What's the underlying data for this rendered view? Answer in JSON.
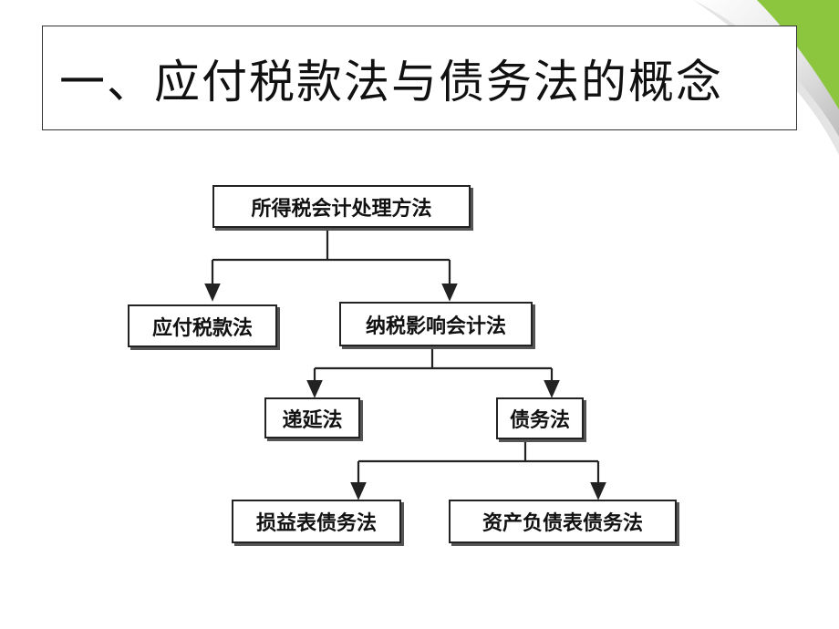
{
  "slide": {
    "title": "一、应付税款法与债务法的概念"
  },
  "diagram": {
    "root": "所得税会计处理方法",
    "level1": {
      "left": "应付税款法",
      "right": "纳税影响会计法"
    },
    "level2": {
      "left": "递延法",
      "right": "债务法"
    },
    "level3": {
      "left": "损益表债务法",
      "right": "资产负债表债务法"
    }
  },
  "colors": {
    "accent_green": "#8cc63f",
    "line": "#222222"
  }
}
